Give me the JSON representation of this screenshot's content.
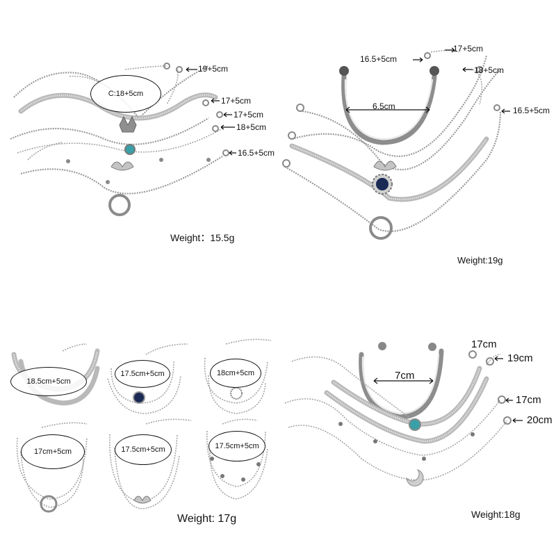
{
  "panels": [
    {
      "size_labels": [
        "C:18+5cm",
        "19+5cm",
        "17+5cm",
        "17+5cm",
        "18+5cm",
        "16.5+5cm"
      ],
      "weight": "Weight：15.5g"
    },
    {
      "size_labels": [
        "17+5cm",
        "16.5+5cm",
        "18+5cm",
        "16.5+5cm",
        "6.5cm"
      ],
      "weight": "Weight:19g"
    },
    {
      "size_labels": [
        "18.5cm+5cm",
        "17.5cm+5cm",
        "18cm+5cm",
        "17cm+5cm",
        "17.5cm+5cm",
        "17.5cm+5cm"
      ],
      "weight": "Weight: 17g"
    },
    {
      "size_labels": [
        "17cm",
        "19cm",
        "7cm",
        "17cm",
        "20cm"
      ],
      "weight": "Weight:18g"
    }
  ],
  "colors": {
    "silver": "#9a9a9a",
    "turquoise": "#3aa0a8",
    "navy_stone": "#1a2a55",
    "text": "#111111"
  }
}
